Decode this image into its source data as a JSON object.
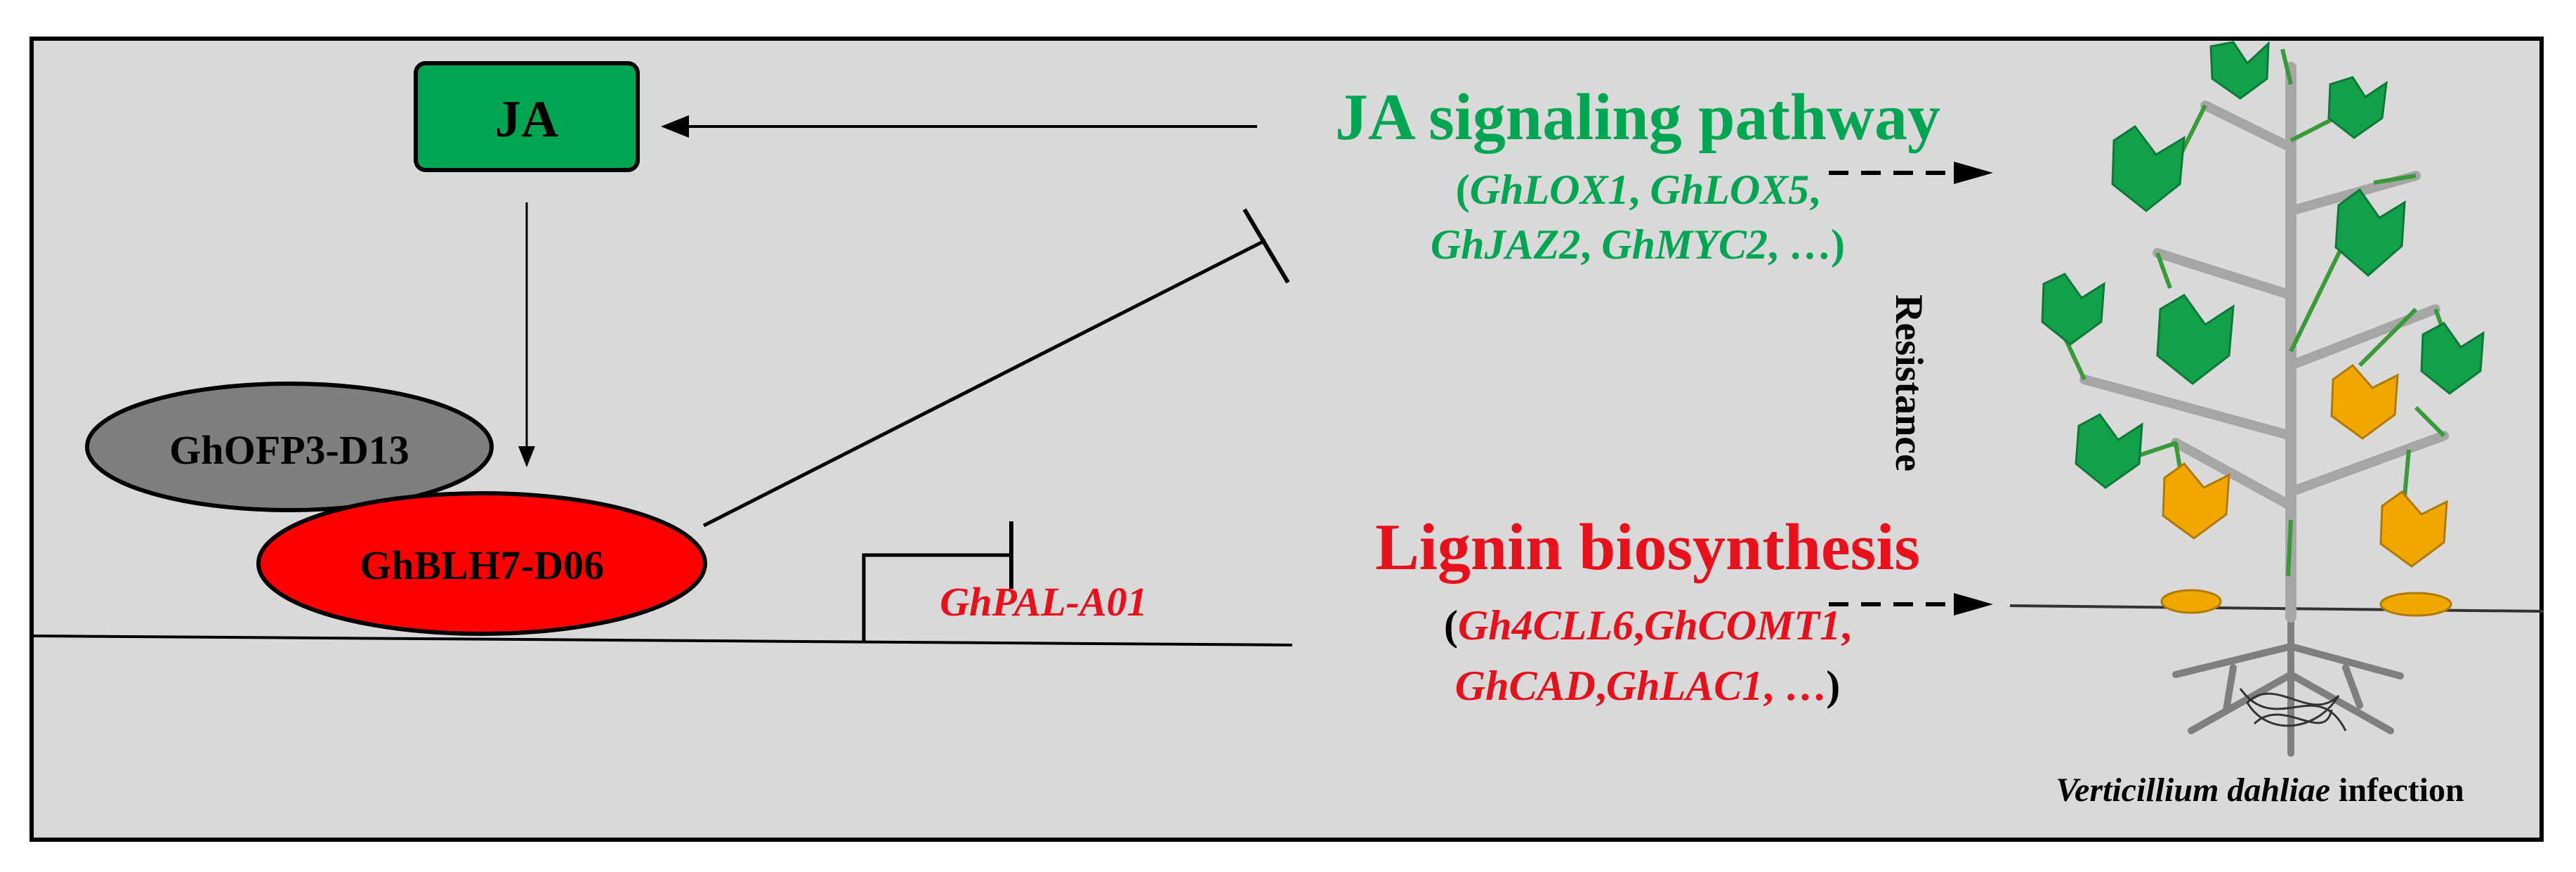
{
  "nodes": {
    "ja": "JA",
    "ghofp3": "GhOFP3-D13",
    "ghblh7": "GhBLH7-D06",
    "ghpal": "GhPAL-A01"
  },
  "ja_pathway": {
    "title": "JA signaling pathway",
    "open_paren": "(",
    "gene1": "GhLOX1",
    "sep1": ", ",
    "gene2": "GhLOX5",
    "sep2": ",",
    "gene3": "GhJAZ2",
    "sep3": ", ",
    "gene4": "GhMYC2",
    "sep4": ", …",
    "close_paren": ")"
  },
  "lignin": {
    "title": "Lignin biosynthesis",
    "open_paren": "(",
    "gene1": "Gh4CLL6",
    "sep1": ",",
    "gene2": "GhCOMT1",
    "sep2": ",",
    "gene3": "GhCAD",
    "sep3": ",",
    "gene4": "GhLAC1",
    "sep4": ", …",
    "close_paren": ")"
  },
  "resistance": "Resistance",
  "caption": {
    "pathogen": "Verticillium dahliae",
    "suffix": " infection"
  },
  "colors": {
    "green": "#00a651",
    "red": "#e8101a",
    "grey_node": "#7f7f7f",
    "leaf_green": "#12a04a",
    "leaf_orange": "#f0a800",
    "stem": "#a6a6a6"
  }
}
